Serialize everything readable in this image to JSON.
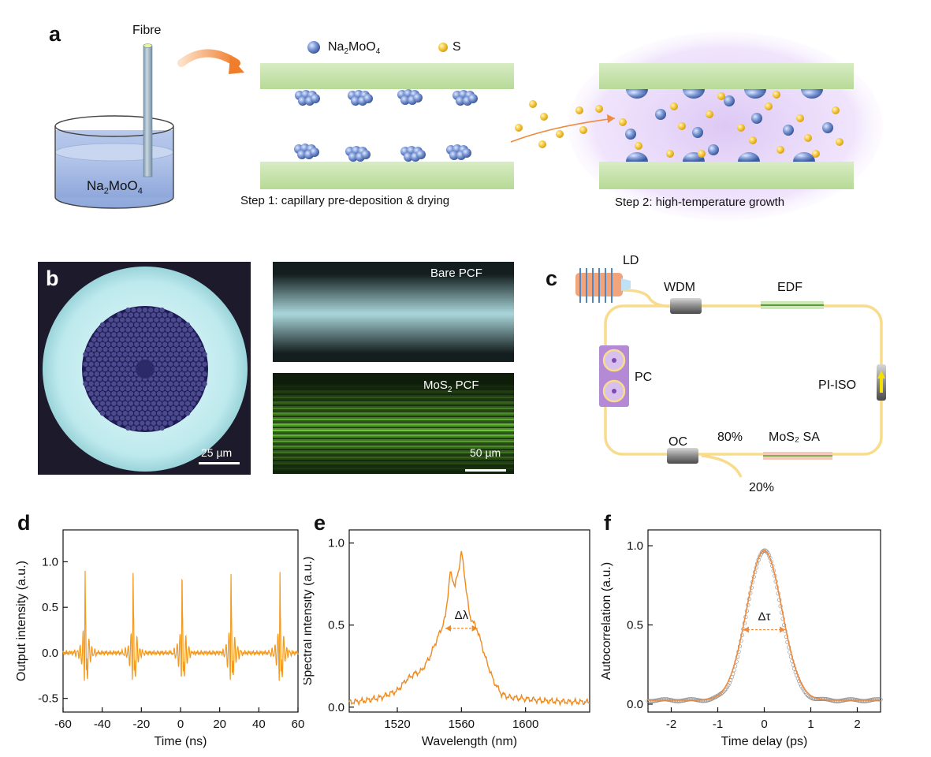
{
  "panels": {
    "a": "a",
    "b": "b",
    "c": "c",
    "d": "d",
    "e": "e",
    "f": "f"
  },
  "panel_a": {
    "fibre_label": "Fibre",
    "beaker_label_main": "Na",
    "beaker_label_sub1": "2",
    "beaker_label_mid": "MoO",
    "beaker_label_sub2": "4",
    "legend_na_main": "Na",
    "legend_na_sub1": "2",
    "legend_na_mid": "MoO",
    "legend_na_sub2": "4",
    "legend_s": "S",
    "step1": "Step 1: capillary pre-deposition & drying",
    "step2": "Step 2: high-temperature growth",
    "colors": {
      "molecule": "#6f8fd0",
      "sulfur": "#f5c842",
      "wall": "#c6e3a8",
      "arrow": "#f08a3c",
      "glow": "#e6d4f7"
    }
  },
  "panel_b": {
    "scale_left": "25 µm",
    "bare_label": "Bare PCF",
    "mos2_label_main": "MoS",
    "mos2_label_sub": "2",
    "mos2_label_rest": " PCF",
    "scale_right": "50 µm"
  },
  "panel_c": {
    "ld": "LD",
    "wdm": "WDM",
    "edf": "EDF",
    "pc": "PC",
    "piiso": "PI-ISO",
    "oc": "OC",
    "p80": "80%",
    "mos2sa": "MoS₂ SA",
    "p20": "20%",
    "colors": {
      "fiber": "#f7dc8a",
      "ld": "#f2a57a",
      "pc": "#b48ad6"
    }
  },
  "chart_data": [
    {
      "id": "d",
      "type": "line",
      "xlabel": "Time (ns)",
      "ylabel": "Output intensity (a.u.)",
      "xlim": [
        -60,
        60
      ],
      "ylim": [
        -0.65,
        1.35
      ],
      "xticks": [
        -60,
        -40,
        -20,
        0,
        20,
        40,
        60
      ],
      "yticks": [
        -0.5,
        0.0,
        0.5,
        1.0
      ],
      "ytick_labels": [
        "-0.5",
        "0.0",
        "0.5",
        "1.0"
      ],
      "pulse_centers_ns": [
        -48.5,
        -24,
        1,
        26,
        51
      ],
      "pulse_peak": 1.08,
      "pulse_min": -0.56,
      "baseline": 0.0,
      "color": "#f39a1e"
    },
    {
      "id": "e",
      "type": "line",
      "xlabel": "Wavelength (nm)",
      "ylabel": "Spectral intensity (a.u.)",
      "xlim": [
        1490,
        1640
      ],
      "ylim": [
        -0.03,
        1.08
      ],
      "xticks": [
        1520,
        1560,
        1600
      ],
      "yticks": [
        0.0,
        0.5,
        1.0
      ],
      "ytick_labels": [
        "0.0",
        "0.5",
        "1.0"
      ],
      "x": [
        1490,
        1500,
        1510,
        1520,
        1525,
        1530,
        1535,
        1540,
        1545,
        1548,
        1550,
        1553,
        1556,
        1558,
        1560,
        1562,
        1565,
        1570,
        1575,
        1580,
        1585,
        1590,
        1600,
        1610,
        1620,
        1640
      ],
      "y": [
        0.03,
        0.04,
        0.06,
        0.1,
        0.16,
        0.2,
        0.22,
        0.3,
        0.42,
        0.49,
        0.55,
        0.82,
        0.74,
        0.82,
        0.95,
        0.8,
        0.56,
        0.47,
        0.3,
        0.16,
        0.08,
        0.06,
        0.05,
        0.04,
        0.035,
        0.03
      ],
      "annotation": "Δλ",
      "fwhm_range": [
        1550,
        1570
      ],
      "fwhm_level": 0.48,
      "color": "#f08a1e"
    },
    {
      "id": "f",
      "type": "line",
      "xlabel": "Time delay (ps)",
      "ylabel": "Autocorrelation (a.u.)",
      "xlim": [
        -2.5,
        2.5
      ],
      "ylim": [
        -0.05,
        1.1
      ],
      "xticks": [
        -2,
        -1,
        0,
        1,
        2
      ],
      "yticks": [
        0.0,
        0.5,
        1.0
      ],
      "ytick_labels": [
        "0.0",
        "0.5",
        "1.0"
      ],
      "peak": 0.97,
      "gaussian_sigma_ps": 0.38,
      "baseline": 0.025,
      "annotation": "Δτ",
      "fwhm_range": [
        -0.45,
        0.45
      ],
      "fwhm_level": 0.47,
      "fit_color": "#f08a3c",
      "data_color": "#8a8a8a"
    }
  ]
}
